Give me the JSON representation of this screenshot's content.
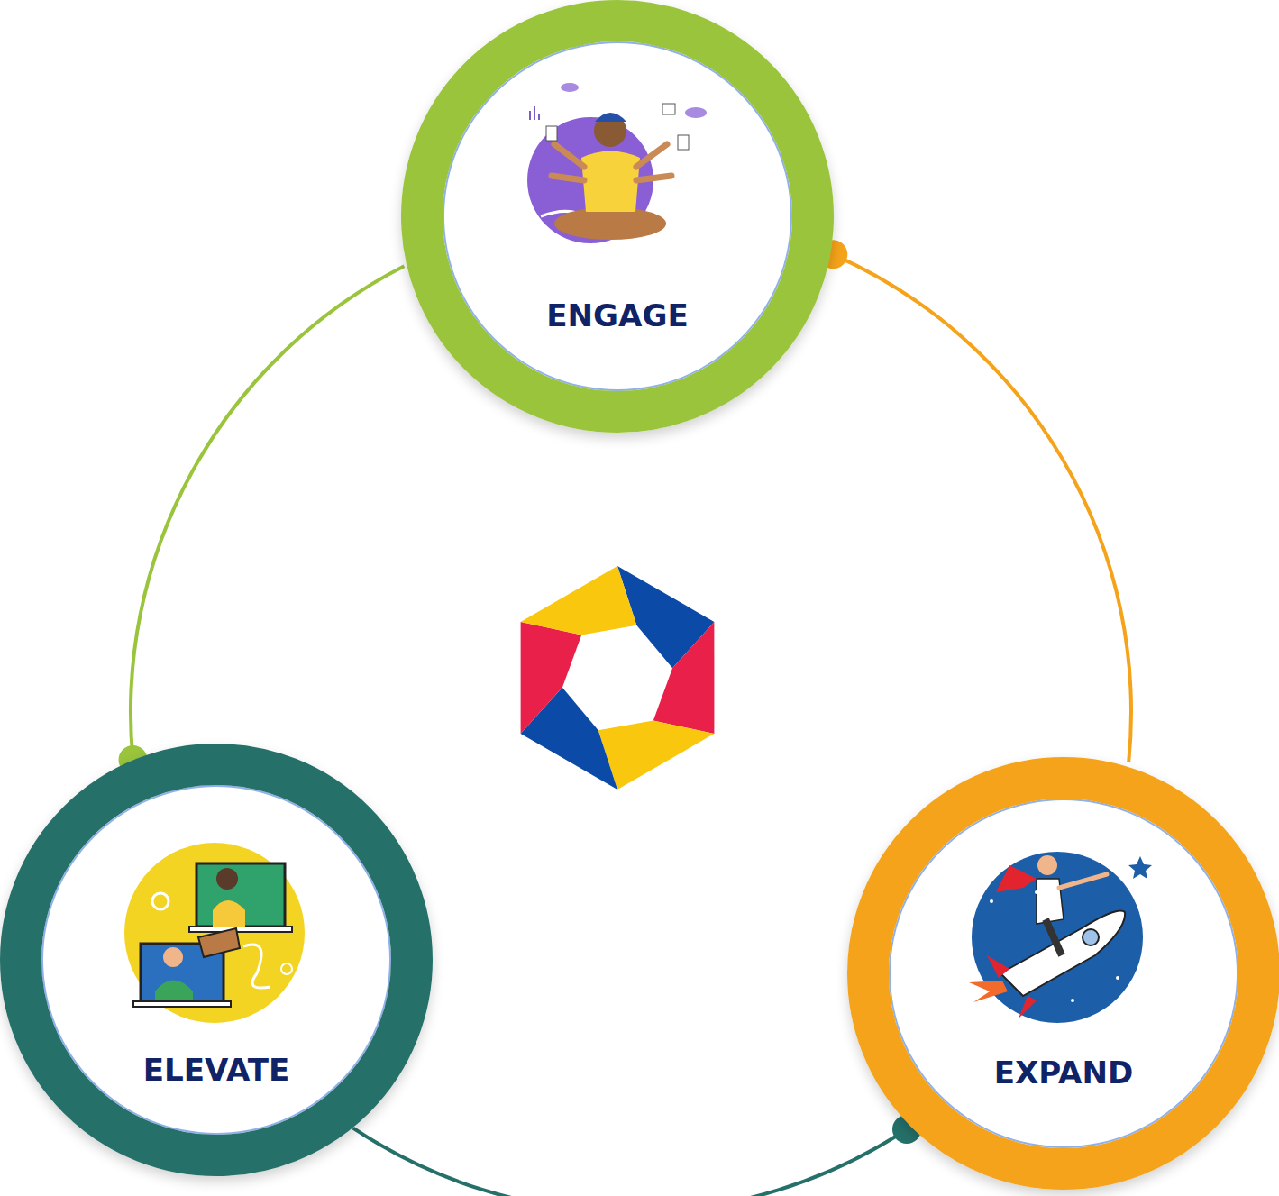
{
  "diagram": {
    "nodes": [
      {
        "text": [
          "ENGAGE"
        ]
      },
      {
        "text": [
          "ELEVATE"
        ]
      },
      {
        "text": [
          "EXPAND"
        ]
      }
    ],
    "edges": [
      {
        "from": 0,
        "to": 1,
        "arrow": "none"
      },
      {
        "from": 1,
        "to": 2,
        "arrow": "none"
      },
      {
        "from": 2,
        "to": 0,
        "arrow": "none"
      }
    ]
  }
}
